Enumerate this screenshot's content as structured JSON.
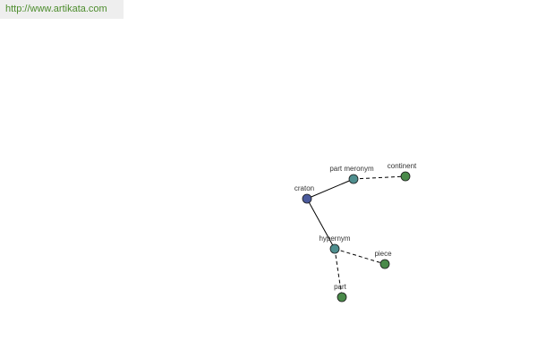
{
  "header": {
    "url": "http://www.artikata.com"
  },
  "colors": {
    "url_text": "#4c8c2c",
    "url_background": "#eeeeee",
    "edge": "#000000",
    "node_root": "#4a5a9c",
    "node_relation": "#4f8f8f",
    "node_term": "#4a8a4a",
    "node_stroke": "#1a1a1a"
  },
  "graph": {
    "nodes": [
      {
        "id": "craton",
        "label": "craton",
        "kind": "root"
      },
      {
        "id": "part_meronym",
        "label": "part meronym",
        "kind": "relation"
      },
      {
        "id": "continent",
        "label": "continent",
        "kind": "term"
      },
      {
        "id": "hypernym",
        "label": "hypernym",
        "kind": "relation"
      },
      {
        "id": "piece",
        "label": "piece",
        "kind": "term"
      },
      {
        "id": "part",
        "label": "part",
        "kind": "term"
      }
    ],
    "edges": [
      {
        "from": "craton",
        "to": "part_meronym",
        "style": "solid"
      },
      {
        "from": "part_meronym",
        "to": "continent",
        "style": "dashed"
      },
      {
        "from": "craton",
        "to": "hypernym",
        "style": "solid"
      },
      {
        "from": "hypernym",
        "to": "piece",
        "style": "dashed"
      },
      {
        "from": "hypernym",
        "to": "part",
        "style": "dashed"
      }
    ]
  }
}
